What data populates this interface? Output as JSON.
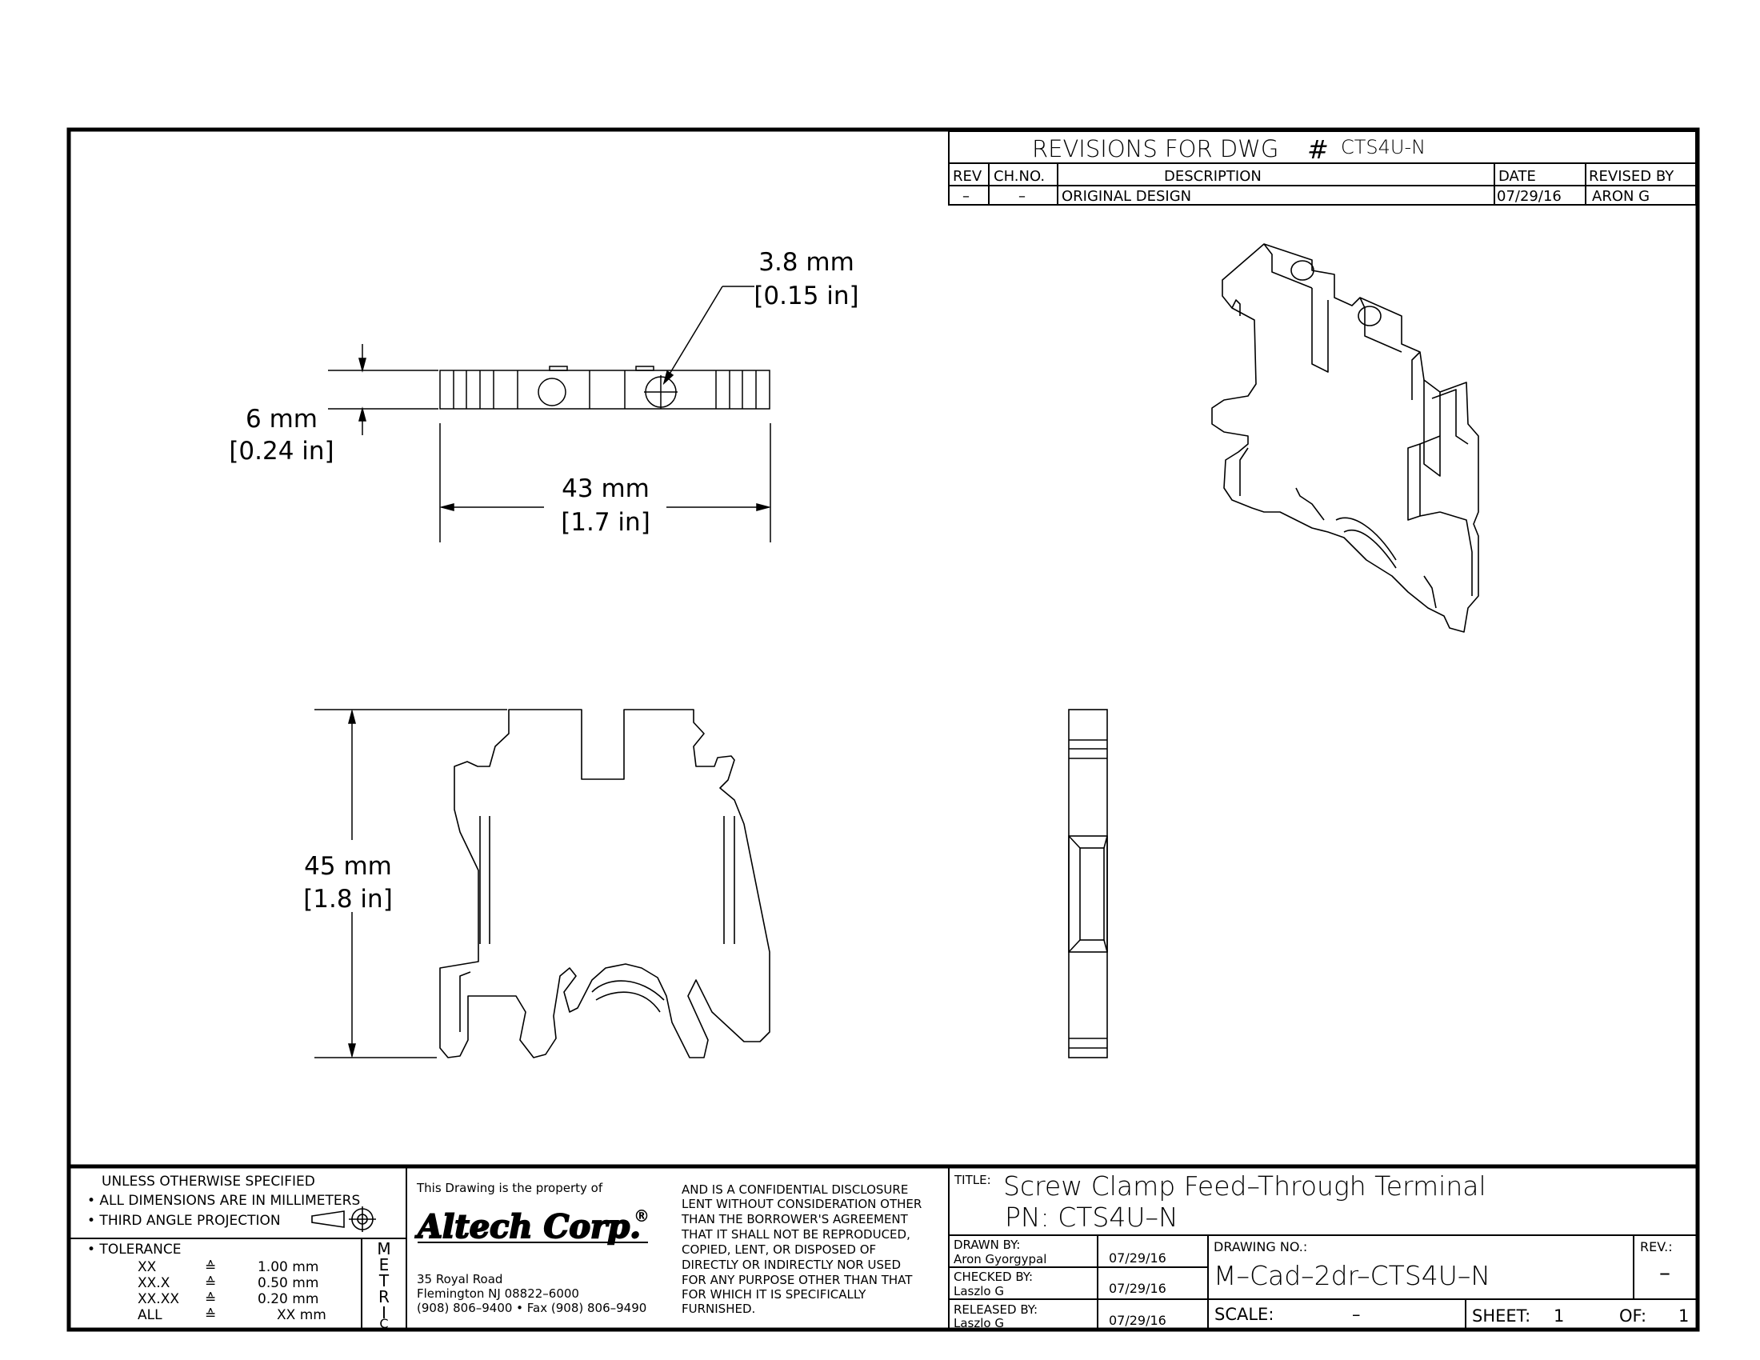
{
  "revisions": {
    "title": "REVISIONS FOR DWG",
    "hash": "#",
    "dwg": "CTS4U-N",
    "headers": {
      "rev": "REV",
      "chno": "CH.NO.",
      "desc": "DESCRIPTION",
      "date": "DATE",
      "revised_by": "REVISED BY"
    },
    "row": {
      "rev": "–",
      "chno": "–",
      "desc": "ORIGINAL DESIGN",
      "date": "07/29/16",
      "revised_by": "ARON G"
    }
  },
  "dimensions": {
    "hole_mm": "3.8 mm",
    "hole_in": "[0.15 in]",
    "thick_mm": "6 mm",
    "thick_in": "[0.24 in]",
    "width_mm": "43 mm",
    "width_in": "[1.7 in]",
    "height_mm": "45 mm",
    "height_in": "[1.8 in]"
  },
  "notes": {
    "unless": "UNLESS OTHERWISE SPECIFIED",
    "all_dims": "• ALL DIMENSIONS ARE IN MILLIMETERS",
    "projection": "• THIRD ANGLE PROJECTION",
    "tolerance": "• TOLERANCE",
    "tol_rows": [
      {
        "k": "XX",
        "v": "1.00 mm"
      },
      {
        "k": "XX.X",
        "v": "0.50 mm"
      },
      {
        "k": "XX.XX",
        "v": "0.20 mm"
      },
      {
        "k": "ALL",
        "v": "XX mm"
      }
    ],
    "tol_symbol": "≙",
    "metric": [
      "M",
      "E",
      "T",
      "R",
      "I",
      "C"
    ]
  },
  "company": {
    "property": "This Drawing is the property of",
    "logo": "Altech Corp.",
    "reg": "®",
    "address1": "35 Royal Road",
    "address2": "Flemington NJ 08822–6000",
    "phone": "(908) 806–9400 • Fax (908) 806–9490",
    "disclosure": [
      "AND IS A CONFIDENTIAL DISCLOSURE",
      "LENT WITHOUT CONSIDERATION OTHER",
      "THAN THE BORROWER'S AGREEMENT",
      "THAT IT SHALL NOT BE REPRODUCED,",
      "COPIED, LENT, OR DISPOSED OF",
      "DIRECTLY OR INDIRECTLY NOR USED",
      "FOR ANY PURPOSE OTHER THAN THAT",
      "FOR WHICH IT IS SPECIFICALLY",
      "FURNISHED."
    ]
  },
  "title_block": {
    "title_label": "TITLE:",
    "title": "Screw Clamp Feed–Through Terminal",
    "pn": "PN: CTS4U–N",
    "drawn_label": "DRAWN BY:",
    "drawn_name": "Aron Gyorgypal",
    "drawn_date": "07/29/16",
    "checked_label": "CHECKED BY:",
    "checked_name": "Laszlo G",
    "checked_date": "07/29/16",
    "released_label": "RELEASED BY:",
    "released_name": "Laszlo G",
    "released_date": "07/29/16",
    "drawing_no_label": "DRAWING NO.:",
    "drawing_no": "M–Cad–2dr–CTS4U–N",
    "rev_label": "REV.:",
    "rev": "–",
    "scale_label": "SCALE:",
    "scale": "–",
    "sheet_label": "SHEET:",
    "sheet": "1",
    "of_label": "OF:",
    "of": "1"
  }
}
